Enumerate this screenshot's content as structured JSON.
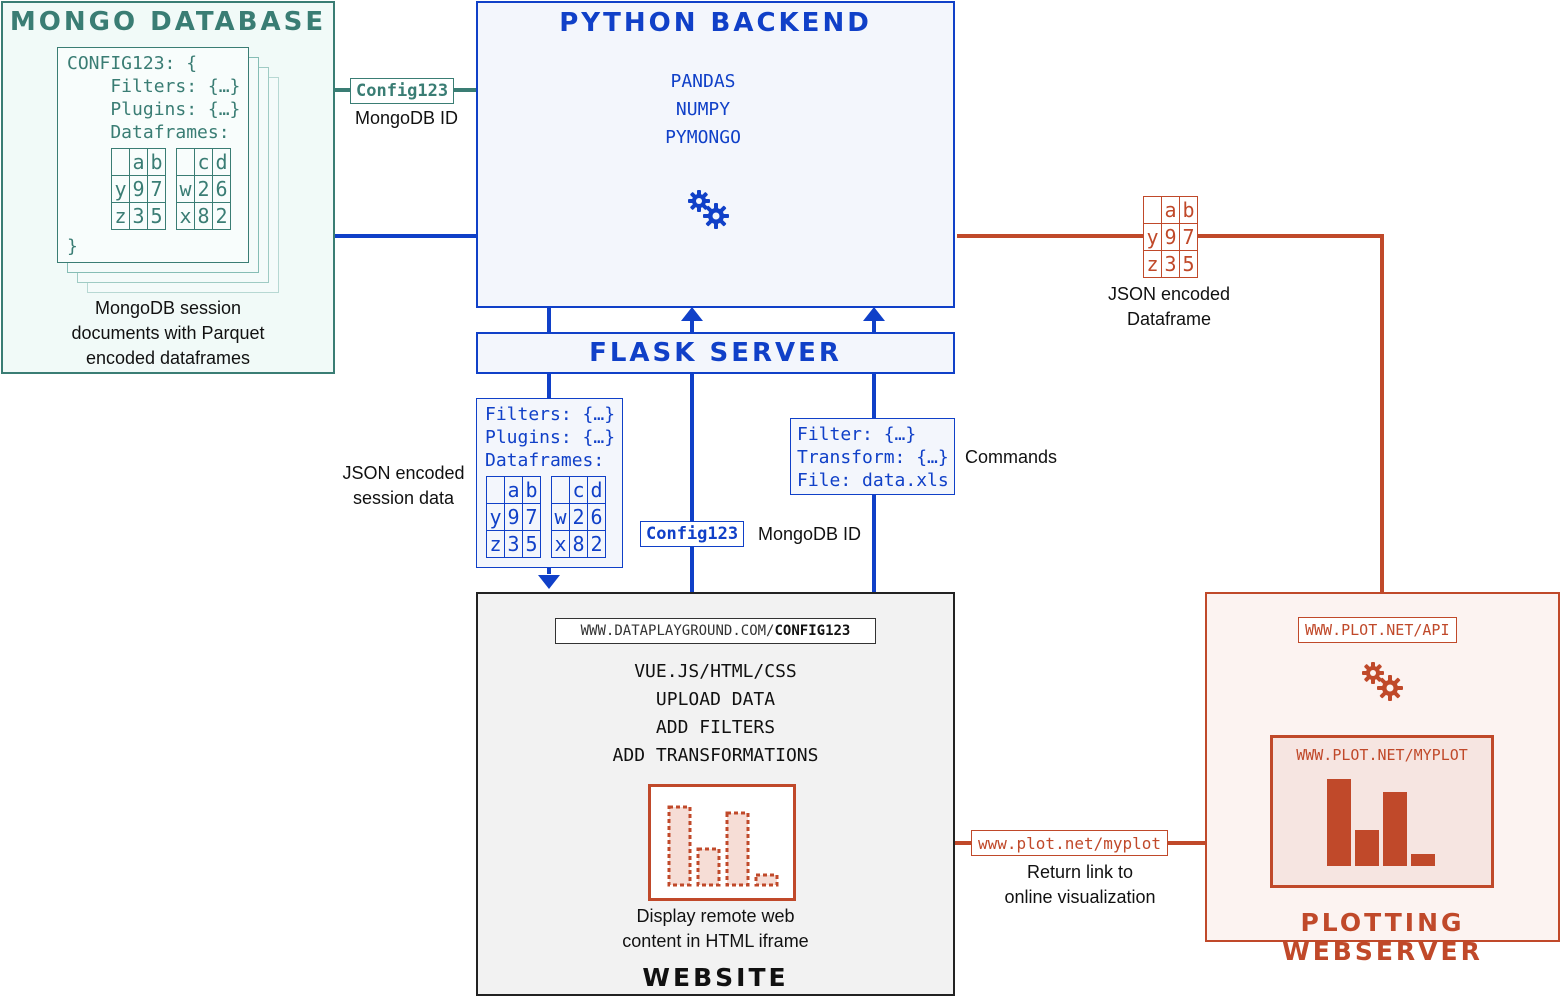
{
  "colors": {
    "green": "#3a7d74",
    "blue": "#1040c8",
    "orange": "#c0492a",
    "black": "#111111"
  },
  "mongo": {
    "title": "MONGO DATABASE",
    "doc_lines": [
      "CONFIG123: {",
      "    Filters: {…}",
      "    Plugins: {…}",
      "    Dataframes:"
    ],
    "doc_close": "}",
    "table1": {
      "header": [
        "",
        "a",
        "b"
      ],
      "rows": [
        [
          "y",
          "9",
          "7"
        ],
        [
          "z",
          "3",
          "5"
        ]
      ]
    },
    "table2": {
      "header": [
        "",
        "c",
        "d"
      ],
      "rows": [
        [
          "w",
          "2",
          "6"
        ],
        [
          "x",
          "8",
          "2"
        ]
      ]
    },
    "caption": [
      "MongoDB session",
      "documents with Parquet",
      "encoded dataframes"
    ]
  },
  "backend": {
    "title": "PYTHON BACKEND",
    "libs": [
      "PANDAS",
      "NUMPY",
      "PYMONGO"
    ],
    "icon": "gears-icon"
  },
  "flask": {
    "title": "FLASK SERVER"
  },
  "config_to_mongo": {
    "tag": "Config123",
    "label": "MongoDB ID"
  },
  "session_data": {
    "lines": [
      "Filters: {…}",
      "Plugins: {…}",
      "Dataframes:"
    ],
    "table1": {
      "header": [
        "",
        "a",
        "b"
      ],
      "rows": [
        [
          "y",
          "9",
          "7"
        ],
        [
          "z",
          "3",
          "5"
        ]
      ]
    },
    "table2": {
      "header": [
        "",
        "c",
        "d"
      ],
      "rows": [
        [
          "w",
          "2",
          "6"
        ],
        [
          "x",
          "8",
          "2"
        ]
      ]
    },
    "label": [
      "JSON encoded",
      "session data"
    ]
  },
  "config_to_site": {
    "tag": "Config123",
    "label": "MongoDB ID"
  },
  "commands": {
    "lines": [
      "Filter: {…}",
      "Transform: {…}",
      "File: data.xls"
    ],
    "label": "Commands"
  },
  "json_df": {
    "table": {
      "header": [
        "",
        "a",
        "b"
      ],
      "rows": [
        [
          "y",
          "9",
          "7"
        ],
        [
          "z",
          "3",
          "5"
        ]
      ]
    },
    "label": [
      "JSON encoded",
      "Dataframe"
    ]
  },
  "website": {
    "title": "WEBSITE",
    "url_prefix": "WWW.DATAPLAYGROUND.COM/",
    "url_bold": "CONFIG123",
    "features": [
      "VUE.JS/HTML/CSS",
      "UPLOAD DATA",
      "ADD FILTERS",
      "ADD TRANSFORMATIONS"
    ],
    "iframe_caption": [
      "Display remote web",
      "content in HTML iframe"
    ],
    "iframe_bars": [
      0.78,
      0.36,
      0.72,
      0.1
    ]
  },
  "plot_server": {
    "title": "PLOTTING WEBSERVER",
    "api_url": "WWW.PLOT.NET/API",
    "plot_url": "WWW.PLOT.NET/MYPLOT",
    "bars": [
      0.92,
      0.38,
      0.78,
      0.13
    ]
  },
  "return_link": {
    "tag": "www.plot.net/myplot",
    "label": [
      "Return link to",
      "online visualization"
    ]
  }
}
